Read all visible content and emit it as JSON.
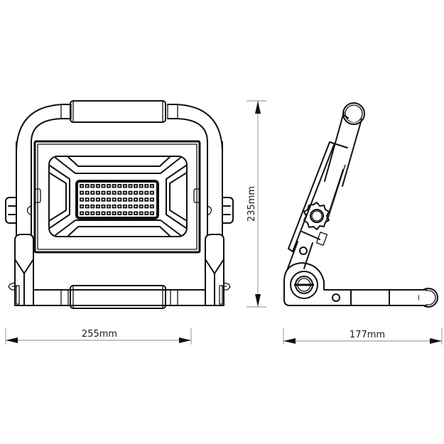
{
  "drawing": {
    "title": "Portable LED work light dimension drawing",
    "views": [
      "front-view",
      "side-view"
    ],
    "line_color": "#111111",
    "background": "#ffffff"
  },
  "dimensions": {
    "width": {
      "label": "255mm",
      "value": 255,
      "unit": "mm"
    },
    "height": {
      "label": "235mm",
      "value": 235,
      "unit": "mm"
    },
    "depth": {
      "label": "177mm",
      "value": 177,
      "unit": "mm"
    }
  },
  "led_array": {
    "rows": 5,
    "columns": 14
  }
}
